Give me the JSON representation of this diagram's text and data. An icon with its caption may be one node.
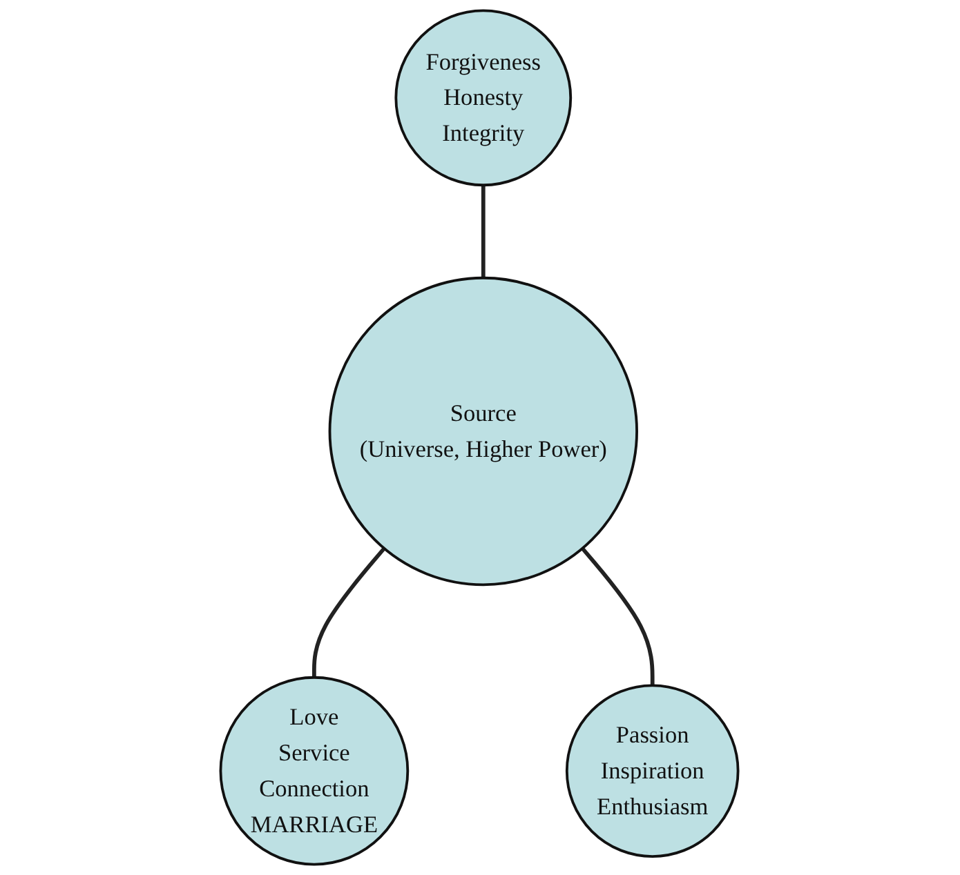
{
  "diagram": {
    "nodes": [
      {
        "text": [
          "Forgiveness",
          "Honesty",
          "Integrity"
        ]
      },
      {
        "text": [
          "Source",
          "(Universe, Higher Power)"
        ]
      },
      {
        "text": [
          "Love",
          "Service",
          "Connection",
          "MARRIAGE"
        ]
      },
      {
        "text": [
          "Passion",
          "Inspiration",
          "Enthusiasm"
        ]
      }
    ],
    "edges": [
      {
        "from": 0,
        "to": 1,
        "arrow": "none"
      },
      {
        "from": 1,
        "to": 2,
        "arrow": "none"
      },
      {
        "from": 1,
        "to": 3,
        "arrow": "none"
      }
    ]
  }
}
